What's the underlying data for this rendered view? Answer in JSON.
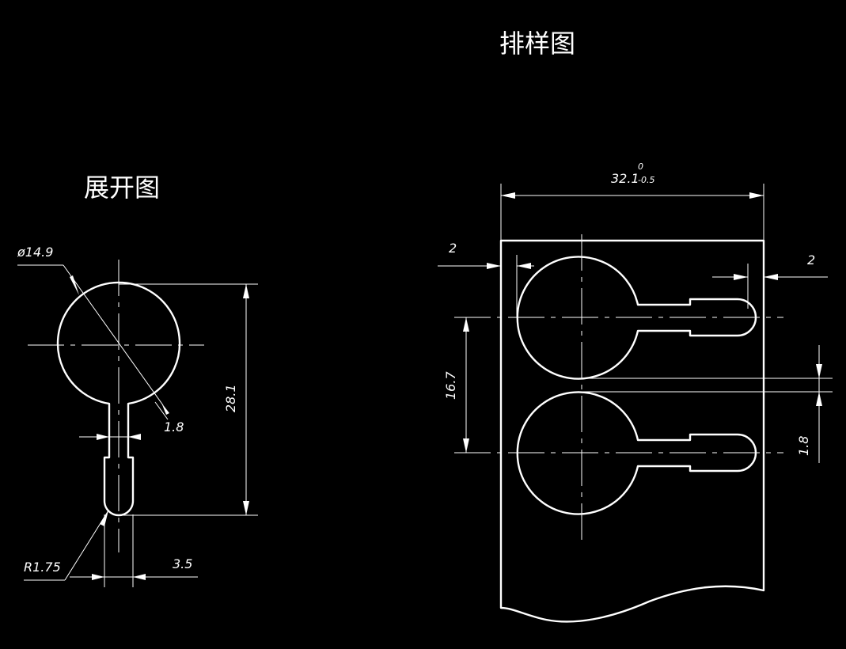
{
  "titles": {
    "unfold_view": "展开图",
    "layout_view": "排样图"
  },
  "unfold": {
    "diameter": "ø14.9",
    "neck_width": "1.8",
    "overall_height": "28.1",
    "tip_radius": "R1.75",
    "tail_width": "3.5"
  },
  "layout": {
    "strip_width_base": "32.1",
    "strip_width_upper": "0",
    "strip_width_lower": "-0.5",
    "left_margin": "2",
    "right_margin": "2",
    "pitch": "16.7",
    "web": "1.8"
  }
}
